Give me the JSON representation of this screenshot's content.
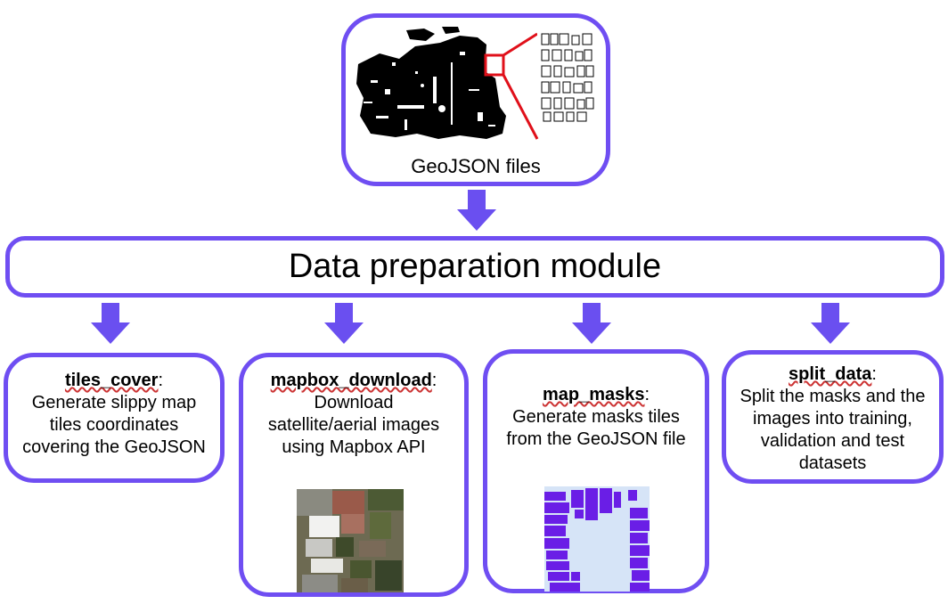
{
  "top": {
    "label": "GeoJSON files"
  },
  "module": {
    "title": "Data preparation module"
  },
  "cards": [
    {
      "title": "tiles_cover",
      "desc": "Generate slippy map tiles coordinates covering the GeoJSON"
    },
    {
      "title": "mapbox_download",
      "desc": "Download satellite/aerial images using Mapbox API"
    },
    {
      "title": "map_masks",
      "desc": "Generate masks tiles from the GeoJSON file"
    },
    {
      "title": "split_data",
      "desc": "Split the masks and the images into training, validation and test datasets"
    }
  ],
  "colors": {
    "accent": "#6f4ef2",
    "arrow": "#6a4ff0",
    "mask": "#6a1ee6",
    "mask_bg": "#d6e4f7",
    "highlight": "#e0101a"
  },
  "icons": [
    "down-arrow-icon",
    "geojson-map-image",
    "zoom-inset-image",
    "satellite-image",
    "mask-image"
  ]
}
